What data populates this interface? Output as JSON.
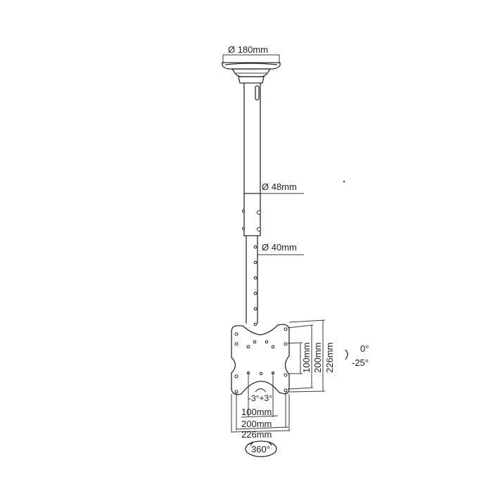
{
  "diagram": {
    "title": "Ceiling TV mount dimensions",
    "colors": {
      "line": "#2a2a2a",
      "background": "#ffffff"
    },
    "ceiling_plate": {
      "diameter_label": "Ø 180mm"
    },
    "upper_pole": {
      "diameter_label": "Ø 48mm"
    },
    "lower_pole": {
      "diameter_label": "Ø 40mm"
    },
    "vesa_plate": {
      "vertical_labels": [
        "100mm",
        "200mm",
        "226mm"
      ],
      "horizontal_labels": [
        "100mm",
        "200mm",
        "226mm"
      ],
      "swivel_label": "-3°+3°"
    },
    "tilt": {
      "max_label": "0°",
      "min_label": "-25°"
    },
    "rotation": {
      "label": "360°"
    }
  }
}
